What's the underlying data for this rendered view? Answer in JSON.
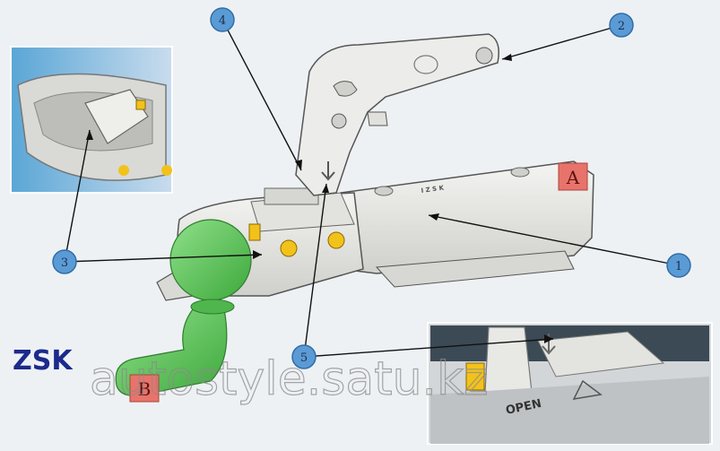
{
  "brand": "ZSK",
  "watermark": "autostyle.satu.kz",
  "callouts": [
    {
      "id": "callout-1",
      "label": "1"
    },
    {
      "id": "callout-2",
      "label": "2"
    },
    {
      "id": "callout-3",
      "label": "3"
    },
    {
      "id": "callout-4",
      "label": "4"
    },
    {
      "id": "callout-5",
      "label": "5"
    }
  ],
  "tags": {
    "a": "A",
    "b": "B"
  },
  "inset_text": {
    "open": "OPEN"
  },
  "colors": {
    "callout_fill": "#5b9bd5",
    "tag_fill": "#e8736a",
    "ball_green": "#5cc85a",
    "body_gray": "#e6e6e3",
    "marker_yellow": "#f2c21b",
    "brand_blue": "#1b2a8c"
  }
}
